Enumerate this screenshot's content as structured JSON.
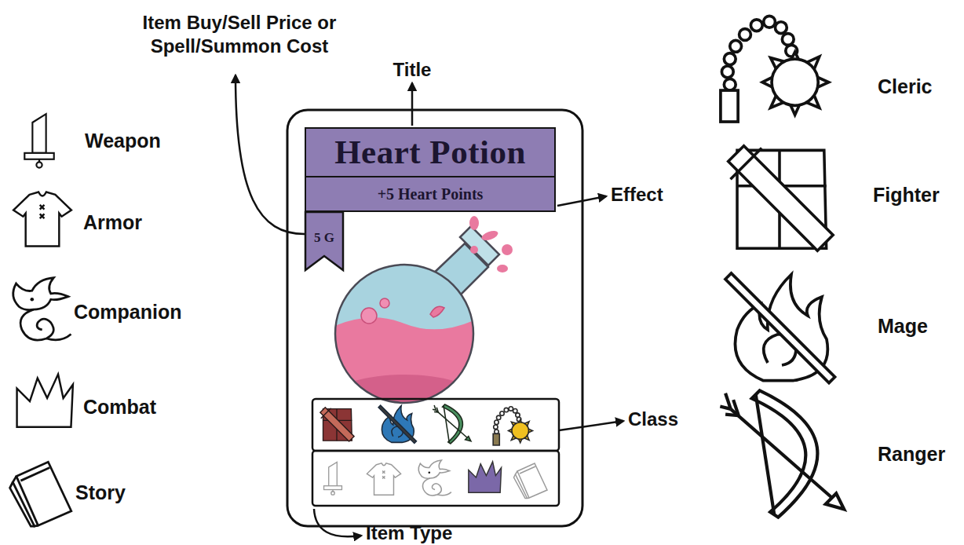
{
  "diagram": {
    "nodes": [
      {
        "text": [
          "Heart Potion"
        ]
      },
      {
        "text": [
          "+5 Heart Points"
        ]
      },
      {
        "text": [
          "5 G"
        ]
      }
    ],
    "labels": [
      "Item Buy/Sell Price or Spell/Summon Cost",
      "Title",
      "Effect",
      "Class",
      "Item Type"
    ],
    "legend": [
      {
        "text": "Weapon"
      },
      {
        "text": "Armor"
      },
      {
        "text": "Companion"
      },
      {
        "text": "Combat"
      },
      {
        "text": "Story"
      },
      {
        "text": "Cleric"
      },
      {
        "text": "Fighter"
      },
      {
        "text": "Mage"
      },
      {
        "text": "Ranger"
      }
    ]
  }
}
